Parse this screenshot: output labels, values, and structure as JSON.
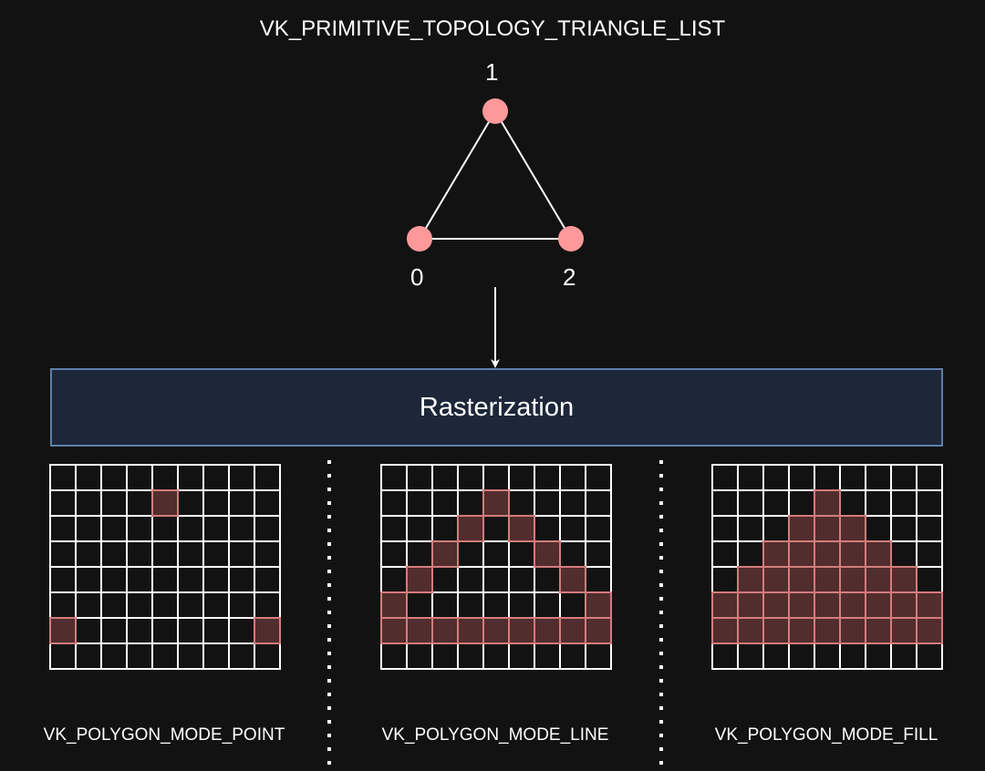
{
  "title": "VK_PRIMITIVE_TOPOLOGY_TRIANGLE_LIST",
  "vertices": [
    {
      "label": "0"
    },
    {
      "label": "1"
    },
    {
      "label": "2"
    }
  ],
  "stage": "Rasterization",
  "colors": {
    "vertex": "#ff9999",
    "cell_fill": "#512d2d",
    "cell_stroke": "#d47c7c",
    "grid": "#ffffff",
    "box": "#1d2739"
  },
  "grid_size": {
    "cols": 9,
    "rows": 8
  },
  "modes": [
    {
      "label": "VK_POLYGON_MODE_POINT",
      "filled": [
        [
          1,
          4
        ],
        [
          6,
          0
        ],
        [
          6,
          8
        ]
      ]
    },
    {
      "label": "VK_POLYGON_MODE_LINE",
      "filled": [
        [
          1,
          4
        ],
        [
          2,
          3
        ],
        [
          2,
          5
        ],
        [
          3,
          2
        ],
        [
          3,
          6
        ],
        [
          4,
          1
        ],
        [
          4,
          7
        ],
        [
          5,
          0
        ],
        [
          5,
          8
        ],
        [
          6,
          0
        ],
        [
          6,
          1
        ],
        [
          6,
          2
        ],
        [
          6,
          3
        ],
        [
          6,
          4
        ],
        [
          6,
          5
        ],
        [
          6,
          6
        ],
        [
          6,
          7
        ],
        [
          6,
          8
        ]
      ]
    },
    {
      "label": "VK_POLYGON_MODE_FILL",
      "filled": [
        [
          1,
          4
        ],
        [
          2,
          3
        ],
        [
          2,
          4
        ],
        [
          2,
          5
        ],
        [
          3,
          2
        ],
        [
          3,
          3
        ],
        [
          3,
          4
        ],
        [
          3,
          5
        ],
        [
          3,
          6
        ],
        [
          4,
          1
        ],
        [
          4,
          2
        ],
        [
          4,
          3
        ],
        [
          4,
          4
        ],
        [
          4,
          5
        ],
        [
          4,
          6
        ],
        [
          4,
          7
        ],
        [
          5,
          0
        ],
        [
          5,
          1
        ],
        [
          5,
          2
        ],
        [
          5,
          3
        ],
        [
          5,
          4
        ],
        [
          5,
          5
        ],
        [
          5,
          6
        ],
        [
          5,
          7
        ],
        [
          5,
          8
        ],
        [
          6,
          0
        ],
        [
          6,
          1
        ],
        [
          6,
          2
        ],
        [
          6,
          3
        ],
        [
          6,
          4
        ],
        [
          6,
          5
        ],
        [
          6,
          6
        ],
        [
          6,
          7
        ],
        [
          6,
          8
        ]
      ]
    }
  ]
}
